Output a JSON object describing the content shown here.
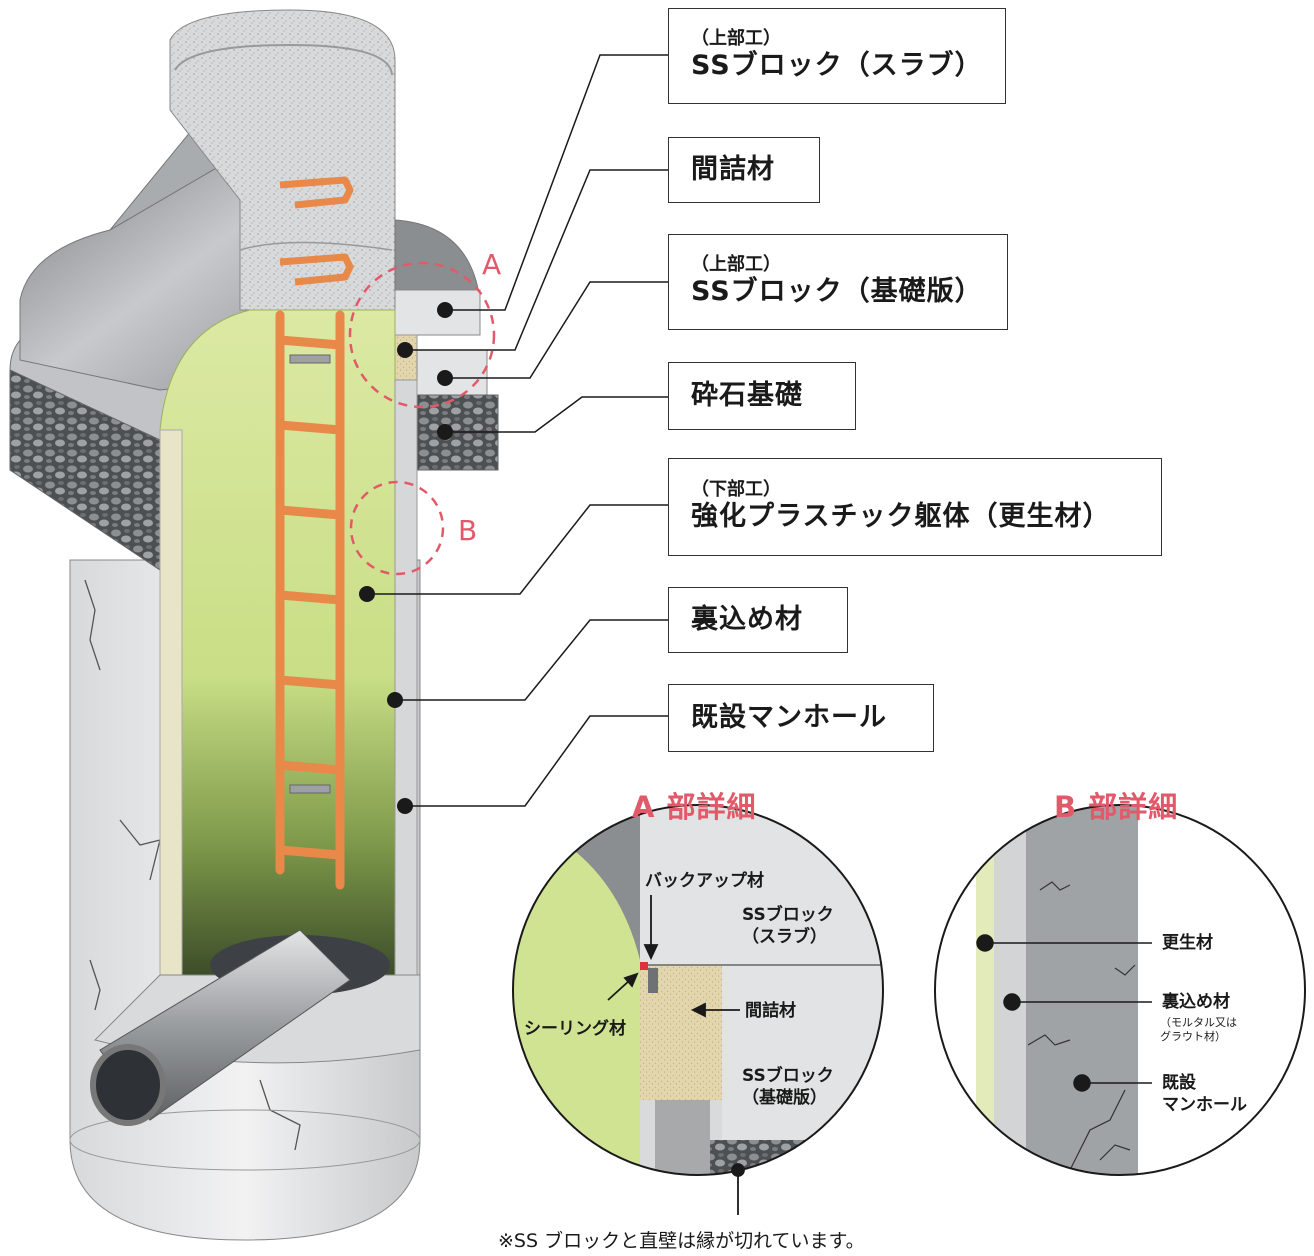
{
  "labels": {
    "slab": {
      "sub": "（上部工）",
      "main": "SSブロック（スラブ）"
    },
    "filler": {
      "main": "間詰材"
    },
    "base_slab": {
      "sub": "（上部工）",
      "main": "SSブロック（基礎版）"
    },
    "gravel": {
      "main": "砕石基礎"
    },
    "frp": {
      "sub": "（下部工）",
      "main": "強化プラスチック躯体（更生材）"
    },
    "backfill": {
      "main": "裏込め材"
    },
    "manhole": {
      "main": "既設マンホール"
    }
  },
  "circle_markers": {
    "a": "A",
    "b": "B"
  },
  "detail_a": {
    "title": "A 部詳細",
    "backup": "バックアップ材",
    "slab": "SSブロック\n（スラブ）",
    "sealing": "シーリング材",
    "filler": "間詰材",
    "base_slab": "SSブロック\n（基礎版）"
  },
  "detail_b": {
    "title": "B 部詳細",
    "renewal": "更生材",
    "backfill": "裏込め材",
    "backfill_note": "（モルタル又は\nグラウト材）",
    "manhole": "既設\nマンホール"
  },
  "footnote": "※SS ブロックと直壁は縁が切れています。",
  "colors": {
    "accent": "#e25a6a",
    "frp_green": "#d8e89a",
    "ladder": "#e8894a",
    "concrete": "#c9cbcd"
  }
}
